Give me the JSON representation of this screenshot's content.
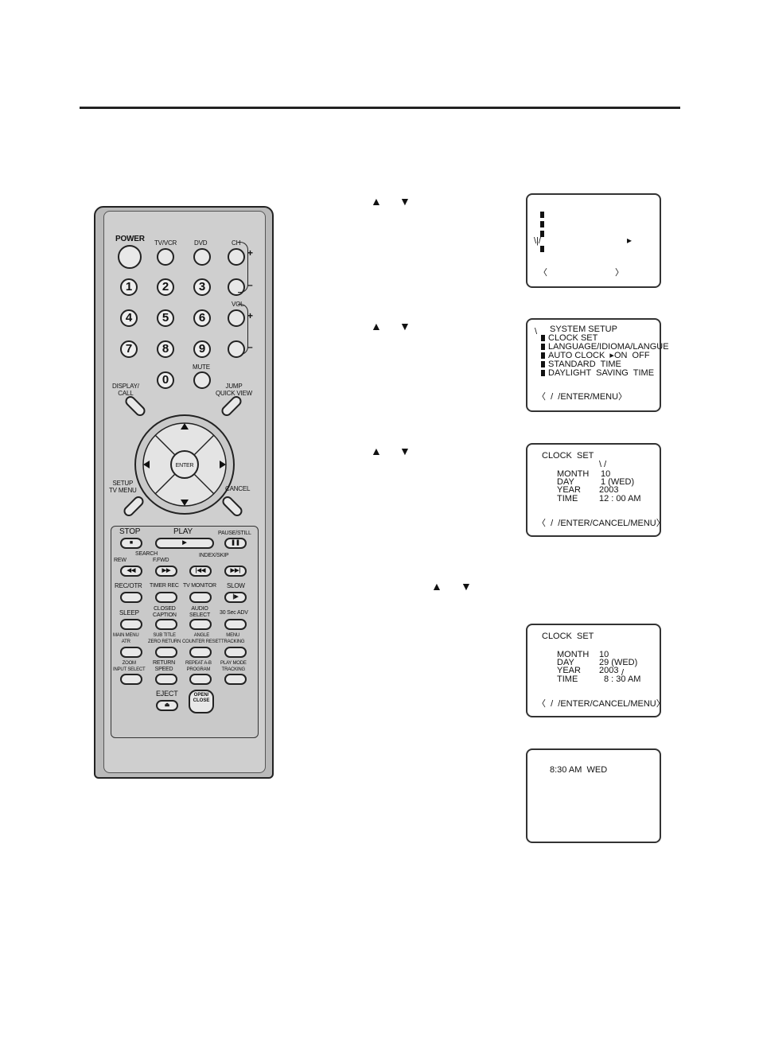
{
  "remote": {
    "power": "POWER",
    "tvvcr": "TV/VCR",
    "dvd": "DVD",
    "ch": "CH",
    "vol": "VOL",
    "mute": "MUTE",
    "plus": "+",
    "minus": "–",
    "digits": [
      "1",
      "2",
      "3",
      "4",
      "5",
      "6",
      "7",
      "8",
      "9",
      "0"
    ],
    "display": "DISPLAY/\nCALL",
    "jump": "JUMP\nQUICK VIEW",
    "enter": "ENTER",
    "setup": "SETUP\nTV MENU",
    "cancel": "CANCEL",
    "stop": "STOP",
    "play": "PLAY",
    "pause": "PAUSE/STILL",
    "search": "SEARCH",
    "rew": "REW",
    "ffwd": "F.FWD",
    "index_skip": "INDEX/SKIP",
    "rec_otr": "REC/OTR",
    "timer_rec": "TIMER REC",
    "tv_monitor": "TV MONITOR",
    "slow": "SLOW",
    "sleep": "SLEEP",
    "closed_caption": "CLOSED\nCAPTION",
    "audio_select": "AUDIO\nSELECT",
    "adv": "30 Sec ADV",
    "main_menu": "MAIN MENU\nATR",
    "sub_title": "SUB TITLE\nZERO RETURN",
    "angle": "ANGLE\nCOUNTER RESET",
    "menu_tracking": "MENU\nTRACKING",
    "zoom": "ZOOM\nINPUT SELECT",
    "return_speed": "RETURN\nSPEED",
    "repeat": "REPEAT A-B\nPROGRAM",
    "play_mode": "PLAY MODE\nTRACKING",
    "eject": "EJECT",
    "open_close": "OPEN/\nCLOSE"
  },
  "arrows": {
    "up": "▲",
    "down": "▼"
  },
  "screen1": {
    "arrow": "▸",
    "nav_left": "〈",
    "nav_right": "〉"
  },
  "screen2": {
    "items": [
      "SYSTEM SETUP",
      "CLOCK SET",
      "LANGUAGE/IDIOMA/LANGUE",
      "AUTO CLOCK  ▸ON  OFF",
      "STANDARD  TIME",
      "DAYLIGHT  SAVING  TIME"
    ],
    "footer": "〈  /  /ENTER/MENU〉"
  },
  "screen3": {
    "title": "CLOCK  SET",
    "labels": [
      "MONTH",
      "DAY",
      "YEAR",
      "TIME"
    ],
    "values": [
      "10",
      "1 (WED)",
      "2003",
      "12 : 00 AM"
    ],
    "footer": "〈  /  /ENTER/CANCEL/MENU〉"
  },
  "screen4": {
    "title": "CLOCK  SET",
    "labels": [
      "MONTH",
      "DAY",
      "YEAR",
      "TIME"
    ],
    "values": [
      "10",
      "29 (WED)",
      "2003",
      "8 : 30 AM"
    ],
    "footer": "〈  /  /ENTER/CANCEL/MENU〉"
  },
  "screen5": {
    "text": "8:30 AM  WED"
  }
}
